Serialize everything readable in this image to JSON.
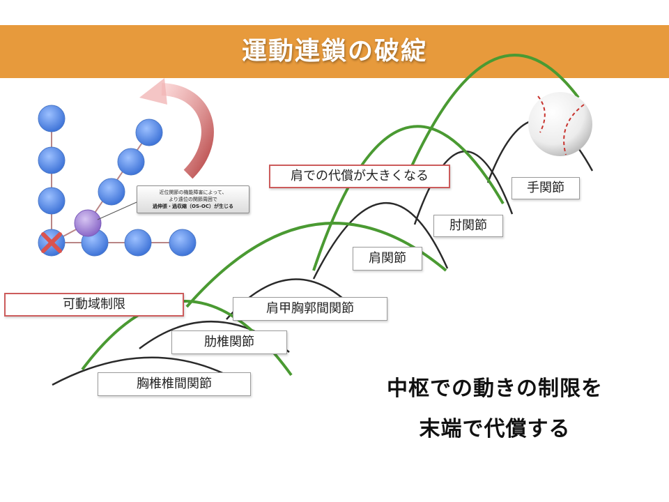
{
  "title": "運動連鎖の破綻",
  "callout": {
    "line1": "近位関節の機能障害によって、",
    "line2": "より遠位の関節周囲で",
    "line3": "過伸張・過収縮（OS-OC）が生じる"
  },
  "labels": {
    "wrist": "手関節",
    "elbow": "肘関節",
    "shoulder_compensation": "肩での代償が大きくなる",
    "shoulder": "肩関節",
    "scapulothoracic": "肩甲胸郭間関節",
    "costovertebral": "肋椎関節",
    "rom_limit": "可動域制限",
    "thoracic": "胸椎椎間関節"
  },
  "bottom_text": {
    "line1": "中枢での動きの制限を",
    "line2": "末端で代償する"
  },
  "colors": {
    "title_bar": "#e79a3c",
    "green_curve": "#4a9a32",
    "black_curve": "#2a2a2a",
    "node_blue": "#5a8de8",
    "node_purple": "#a98ad8",
    "arrow_red": "#d26a6a",
    "red_border": "#cc5b5b"
  }
}
